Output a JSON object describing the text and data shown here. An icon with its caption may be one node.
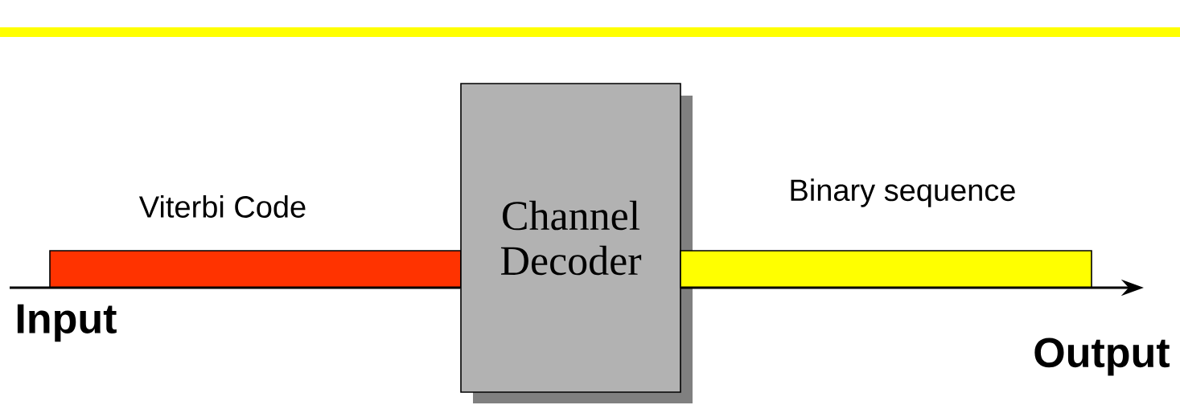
{
  "diagram": {
    "nodes": [
      {
        "text": [],
        "shape": "bar",
        "beside": [
          "Viterbi Code"
        ]
      },
      {
        "text": [
          "Channel Decoder"
        ]
      },
      {
        "text": [],
        "shape": "bar",
        "beside": [
          "Binary sequence"
        ]
      }
    ],
    "edges": [
      {
        "from": null,
        "to": 1,
        "arrow": "none"
      },
      {
        "from": 1,
        "to": null,
        "arrow": "to"
      }
    ],
    "labels": [
      "Input",
      "Output"
    ]
  }
}
